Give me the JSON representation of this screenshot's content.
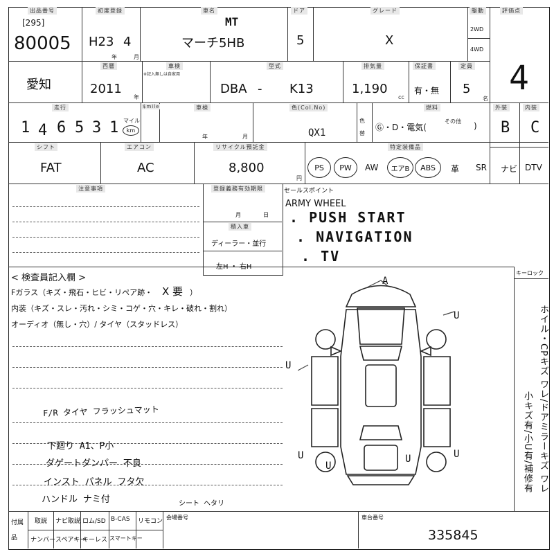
{
  "header": {
    "lot_label": "出品番号",
    "first_reg_label": "初度登録",
    "car_name_label": "車名",
    "doors_label": "ドア",
    "grade_label": "グレード",
    "drive_label": "駆動",
    "score_label": "評価点"
  },
  "lot": {
    "code": "[295]",
    "number": "80005"
  },
  "first_reg": {
    "era_year": "H23",
    "month": "4",
    "nen": "年",
    "tsuki": "月"
  },
  "car_name": "マーチ5HB",
  "car_name_annotation": "MT",
  "doors": "5",
  "grade": "X",
  "drive": {
    "opt1": "2WD",
    "opt2": "4WD"
  },
  "score": "4",
  "row2": {
    "region": "愛知",
    "year_label": "西暦",
    "year": "2011",
    "nen": "年",
    "inspection_label": "車検",
    "inspection_note": "※記入無しは自家用",
    "model_label": "型式",
    "model_prefix": "DBA",
    "model_dash": "-",
    "model_code": "K13",
    "displacement_label": "排気量",
    "displacement": "1,190",
    "cc": "cc",
    "warranty_label": "保証書",
    "warranty": "有・無",
    "capacity_label": "定員",
    "capacity": "5",
    "mei": "名"
  },
  "row3": {
    "mileage_label": "走行",
    "mileage_digits": [
      "1",
      "4",
      "6",
      "5",
      "3",
      "1"
    ],
    "mile": "マイル",
    "km": "km",
    "dollar_label": "$mile",
    "shaken_label": "車検",
    "nen": "年",
    "tsuki": "月",
    "color_label": "色(Col.No)",
    "color_code": "QX1",
    "color_change_label": "色替",
    "fuel_label": "燃料",
    "fuel_options": "Ⓖ・D・電気(",
    "fuel_other": "その他",
    "fuel_close": ")",
    "exterior_label": "外装",
    "exterior": "B",
    "interior_label": "内装",
    "interior": "C"
  },
  "row4": {
    "shift_label": "シフト",
    "shift": "FAT",
    "ac_label": "エアコン",
    "ac": "AC",
    "recycle_label": "リサイクル預託金",
    "recycle": "8,800",
    "yen": "円",
    "equipment_label": "特定装備品",
    "equipment": [
      "PS",
      "PW",
      "AW",
      "エアB",
      "ABS",
      "革",
      "SR",
      "ナビ",
      "DTV"
    ],
    "equipment_circled": [
      "PS",
      "PW",
      "エアB",
      "ABS"
    ]
  },
  "notes": {
    "caution_label": "注意事項",
    "registration_label": "登録義務有効期限",
    "month": "月",
    "day": "日",
    "loading_label": "積入車",
    "dealer_parallel": "ディーラー・並行",
    "handle": "左H ・ 右H",
    "sales_label": "セールスポイント",
    "sales_printed": "ARMY WHEEL",
    "sales_hand": [
      ". PUSH START",
      ". NAVIGATION",
      ". TV"
    ]
  },
  "inspector": {
    "title": "< 検査員記入欄 >",
    "line1_prefix": "Fガラス（キズ・飛石・ヒビ・リペア跡・",
    "line1_hand": "X 要",
    "line1_suffix": "）",
    "line2": "内装（キズ・スレ・汚れ・シミ・コゲ・穴・キレ・破れ・割れ）",
    "line3": "オーディオ（無し・穴）/ タイヤ（スタッドレス）",
    "hand_notes": [
      "F/R タイヤ フラッシュマット",
      "下廻り A1、P小",
      "ダゲートダンパー 不良",
      "インスト パネル フタ欠",
      "ハンドル ナミ付",
      "シート ヘタリ"
    ]
  },
  "diagram": {
    "keylock_label": "キーロック",
    "marks": [
      "A",
      "U",
      "U",
      "U",
      "U",
      "U",
      "U"
    ],
    "side_legend": "ホイル・CPキズ ワレ/ドアミラーキズ ワレ",
    "side_legend2": "小キズ有/小U有/補修有"
  },
  "footer": {
    "accessories_label": "付属品",
    "row1": [
      "取説",
      "ナビ取説",
      "ロム/SD",
      "B-CAS",
      "リモコン"
    ],
    "row2": [
      "ナンバー",
      "スペアキー",
      "キーレス",
      "スマートキー"
    ],
    "auction_label": "会場番号",
    "chassis_label": "車台番号",
    "chassis_number": "335845"
  }
}
